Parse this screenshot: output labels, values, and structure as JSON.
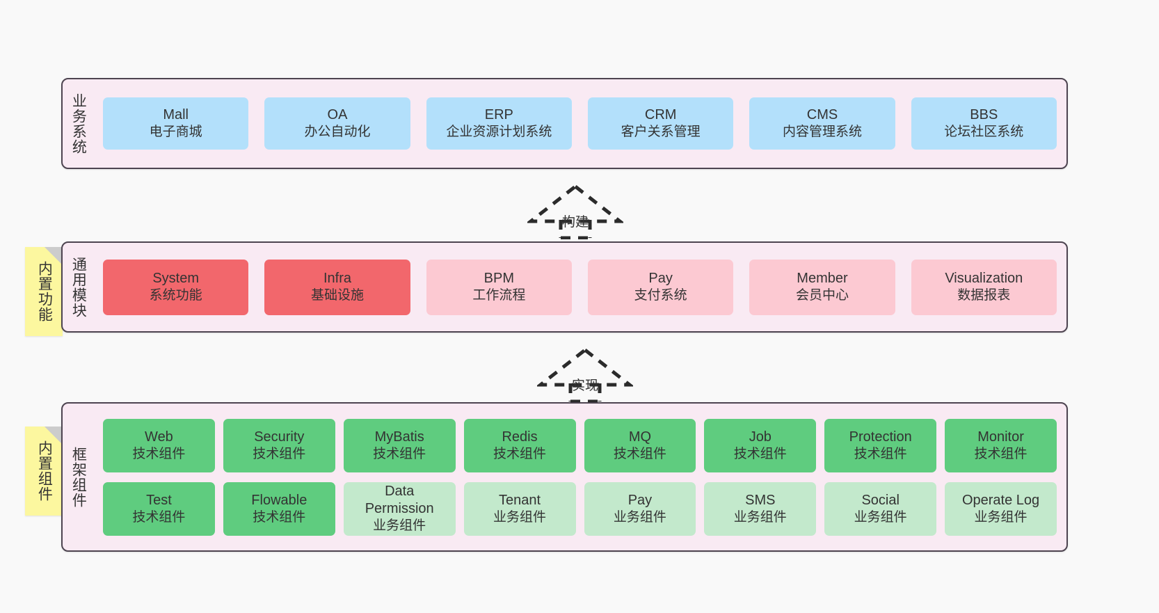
{
  "theme": {
    "background": "#f9f9f9",
    "panel_fill": "#f9eaf3",
    "panel_border": "#4d4450",
    "note_fill": "#fcf79f",
    "note_fold": "#cccccc",
    "blue": "#b3e0fb",
    "red": "#f2676c",
    "pink": "#fcc9d2",
    "green": "#5fcc7f",
    "light_green": "#c3e9cc",
    "text": "#333333"
  },
  "layers": {
    "business": {
      "title": "业务系统",
      "cards": [
        {
          "name": "Mall",
          "desc": "电子商城"
        },
        {
          "name": "OA",
          "desc": "办公自动化"
        },
        {
          "name": "ERP",
          "desc": "企业资源计划系统"
        },
        {
          "name": "CRM",
          "desc": "客户关系管理"
        },
        {
          "name": "CMS",
          "desc": "内容管理系统"
        },
        {
          "name": "BBS",
          "desc": "论坛社区系统"
        }
      ]
    },
    "common": {
      "title": "通用模块",
      "note": "内置功能",
      "cards": [
        {
          "name": "System",
          "desc": "系统功能",
          "tone": "red"
        },
        {
          "name": "Infra",
          "desc": "基础设施",
          "tone": "red"
        },
        {
          "name": "BPM",
          "desc": "工作流程",
          "tone": "pink"
        },
        {
          "name": "Pay",
          "desc": "支付系统",
          "tone": "pink"
        },
        {
          "name": "Member",
          "desc": "会员中心",
          "tone": "pink"
        },
        {
          "name": "Visualization",
          "desc": "数据报表",
          "tone": "pink"
        }
      ]
    },
    "framework": {
      "title": "框架组件",
      "note": "内置组件",
      "row1": [
        {
          "name": "Web",
          "desc": "技术组件"
        },
        {
          "name": "Security",
          "desc": "技术组件"
        },
        {
          "name": "MyBatis",
          "desc": "技术组件"
        },
        {
          "name": "Redis",
          "desc": "技术组件"
        },
        {
          "name": "MQ",
          "desc": "技术组件"
        },
        {
          "name": "Job",
          "desc": "技术组件"
        },
        {
          "name": "Protection",
          "desc": "技术组件"
        },
        {
          "name": "Monitor",
          "desc": "技术组件"
        }
      ],
      "row2": [
        {
          "name": "Test",
          "desc": "技术组件",
          "tone": "green"
        },
        {
          "name": "Flowable",
          "desc": "技术组件",
          "tone": "green"
        },
        {
          "name": "Data Permission",
          "desc": "业务组件",
          "tone": "light"
        },
        {
          "name": "Tenant",
          "desc": "业务组件",
          "tone": "light"
        },
        {
          "name": "Pay",
          "desc": "业务组件",
          "tone": "light"
        },
        {
          "name": "SMS",
          "desc": "业务组件",
          "tone": "light"
        },
        {
          "name": "Social",
          "desc": "业务组件",
          "tone": "light"
        },
        {
          "name": "Operate Log",
          "desc": "业务组件",
          "tone": "light"
        }
      ]
    }
  },
  "connectors": [
    {
      "label": "构建"
    },
    {
      "label": "实现"
    }
  ]
}
